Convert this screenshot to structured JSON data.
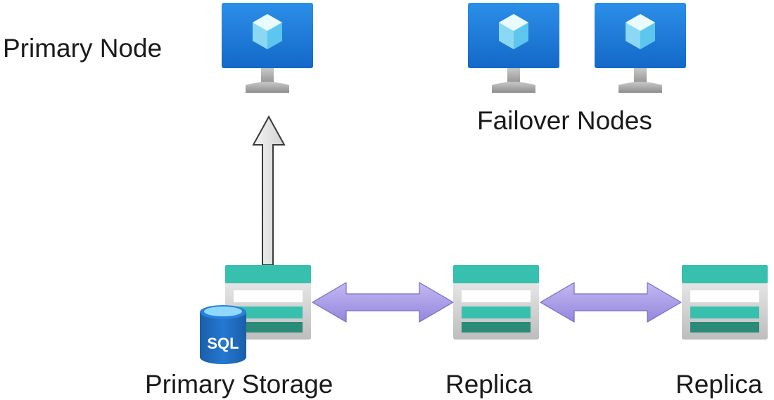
{
  "labels": {
    "primary_node": "Primary Node",
    "failover_nodes": "Failover Nodes",
    "primary_storage": "Primary Storage",
    "replica_1": "Replica",
    "replica_2": "Replica",
    "sql_badge": "SQL"
  },
  "icons": {
    "vm": "virtual-machine-icon",
    "storage": "storage-account-icon",
    "database": "sql-database-icon"
  },
  "colors": {
    "vm_blue": "#1a7fe0",
    "vm_stand": "#a9a9a9",
    "storage_teal": "#38c0ae",
    "storage_dark": "#2b8a78",
    "arrow_purple": "#a99ce6",
    "sql_blue": "#1f6fc1"
  }
}
